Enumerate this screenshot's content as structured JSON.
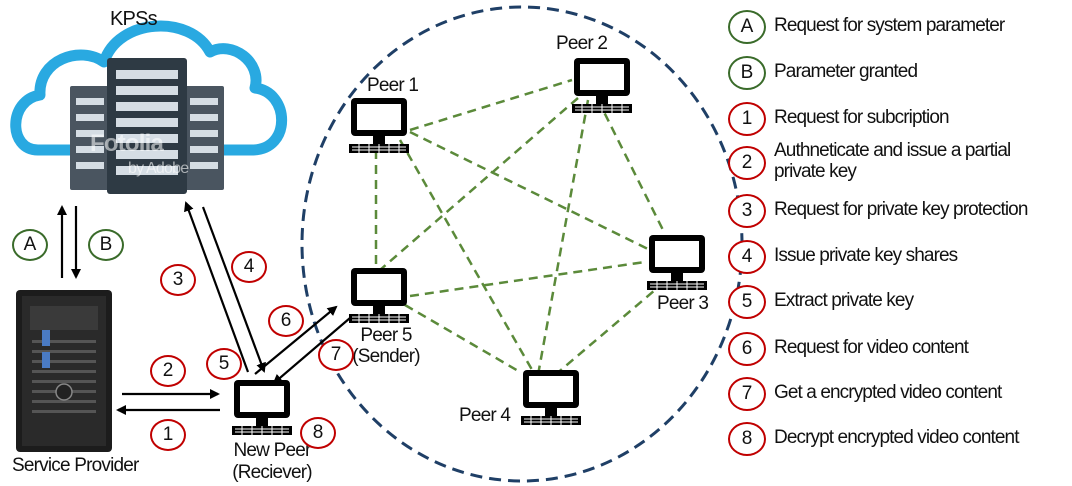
{
  "title_kps": "KPSs",
  "cloud_watermark": "Fotolia",
  "cloud_watermark_sub": "by Adobe",
  "service_provider": "Service Provider",
  "new_peer": {
    "line1": "New Peer",
    "line2": "(Reciever)"
  },
  "peers": {
    "peer1": "Peer 1",
    "peer2": "Peer 2",
    "peer3": "Peer 3",
    "peer4": "Peer 4",
    "peer5_line1": "Peer 5",
    "peer5_line2": "(Sender)"
  },
  "step_markers": {
    "A": "A",
    "B": "B",
    "s1": "1",
    "s2": "2",
    "s3": "3",
    "s4": "4",
    "s5": "5",
    "s6": "6",
    "s7": "7",
    "s8": "8"
  },
  "legend": [
    {
      "key": "A",
      "text": "Request for system parameter",
      "color": "#3a6b2a"
    },
    {
      "key": "B",
      "text": "Parameter granted",
      "color": "#3a6b2a"
    },
    {
      "key": "1",
      "text": "Request for subcription",
      "color": "#c00000"
    },
    {
      "key": "2",
      "text": "Authneticate and issue a partial private key",
      "color": "#c00000"
    },
    {
      "key": "3",
      "text": "Request for private key protection",
      "color": "#c00000"
    },
    {
      "key": "4",
      "text": "Issue private key shares",
      "color": "#c00000"
    },
    {
      "key": "5",
      "text": "Extract private key",
      "color": "#c00000"
    },
    {
      "key": "6",
      "text": "Request for video content",
      "color": "#c00000"
    },
    {
      "key": "7",
      "text": "Get a encrypted video content",
      "color": "#c00000"
    },
    {
      "key": "8",
      "text": "Decrypt encrypted video content",
      "color": "#c00000"
    }
  ],
  "colors": {
    "red_marker": "#c00000",
    "green_marker": "#3a6b2a",
    "network_circle": "#1f3f66",
    "mesh_lines": "#5b8a3a",
    "cloud": "#29a9e1"
  }
}
